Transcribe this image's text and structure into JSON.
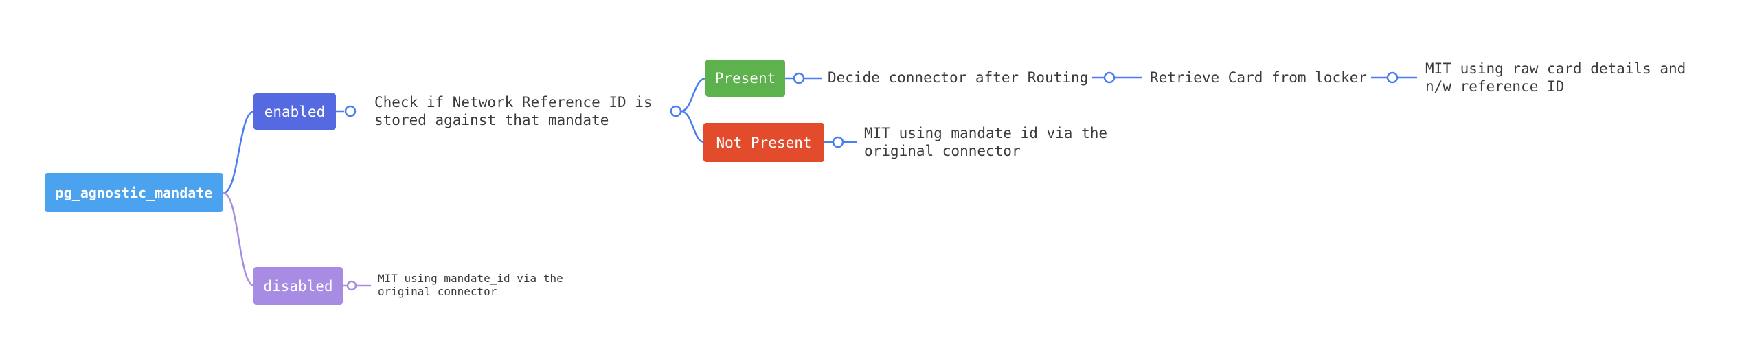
{
  "nodes": {
    "root": {
      "label": "pg_agnostic_mandate"
    },
    "enabled": {
      "label": "enabled"
    },
    "check": {
      "label": "Check if Network Reference ID is\nstored against that mandate"
    },
    "present": {
      "label": "Present"
    },
    "decide": {
      "label": "Decide connector after Routing"
    },
    "retrieve": {
      "label": "Retrieve Card from locker"
    },
    "mit_raw": {
      "label": "MIT using raw card details and\nn/w reference ID"
    },
    "not_present": {
      "label": "Not Present"
    },
    "mit_original": {
      "label": "MIT using mandate_id via the\noriginal connector"
    },
    "disabled": {
      "label": "disabled"
    },
    "disabled_mit": {
      "label": "MIT using mandate_id via the\noriginal connector"
    }
  },
  "colors": {
    "root_node": "#4BA3F0",
    "enabled_node": "#5569E0",
    "present_node": "#5EB24D",
    "not_present_node": "#E24B2C",
    "disabled_node": "#A88CE3",
    "enabled_branch_link": "#4A7DF0",
    "disabled_branch_link": "#A88CE3",
    "text": "#3B3B3B",
    "background": "#FFFFFF"
  }
}
